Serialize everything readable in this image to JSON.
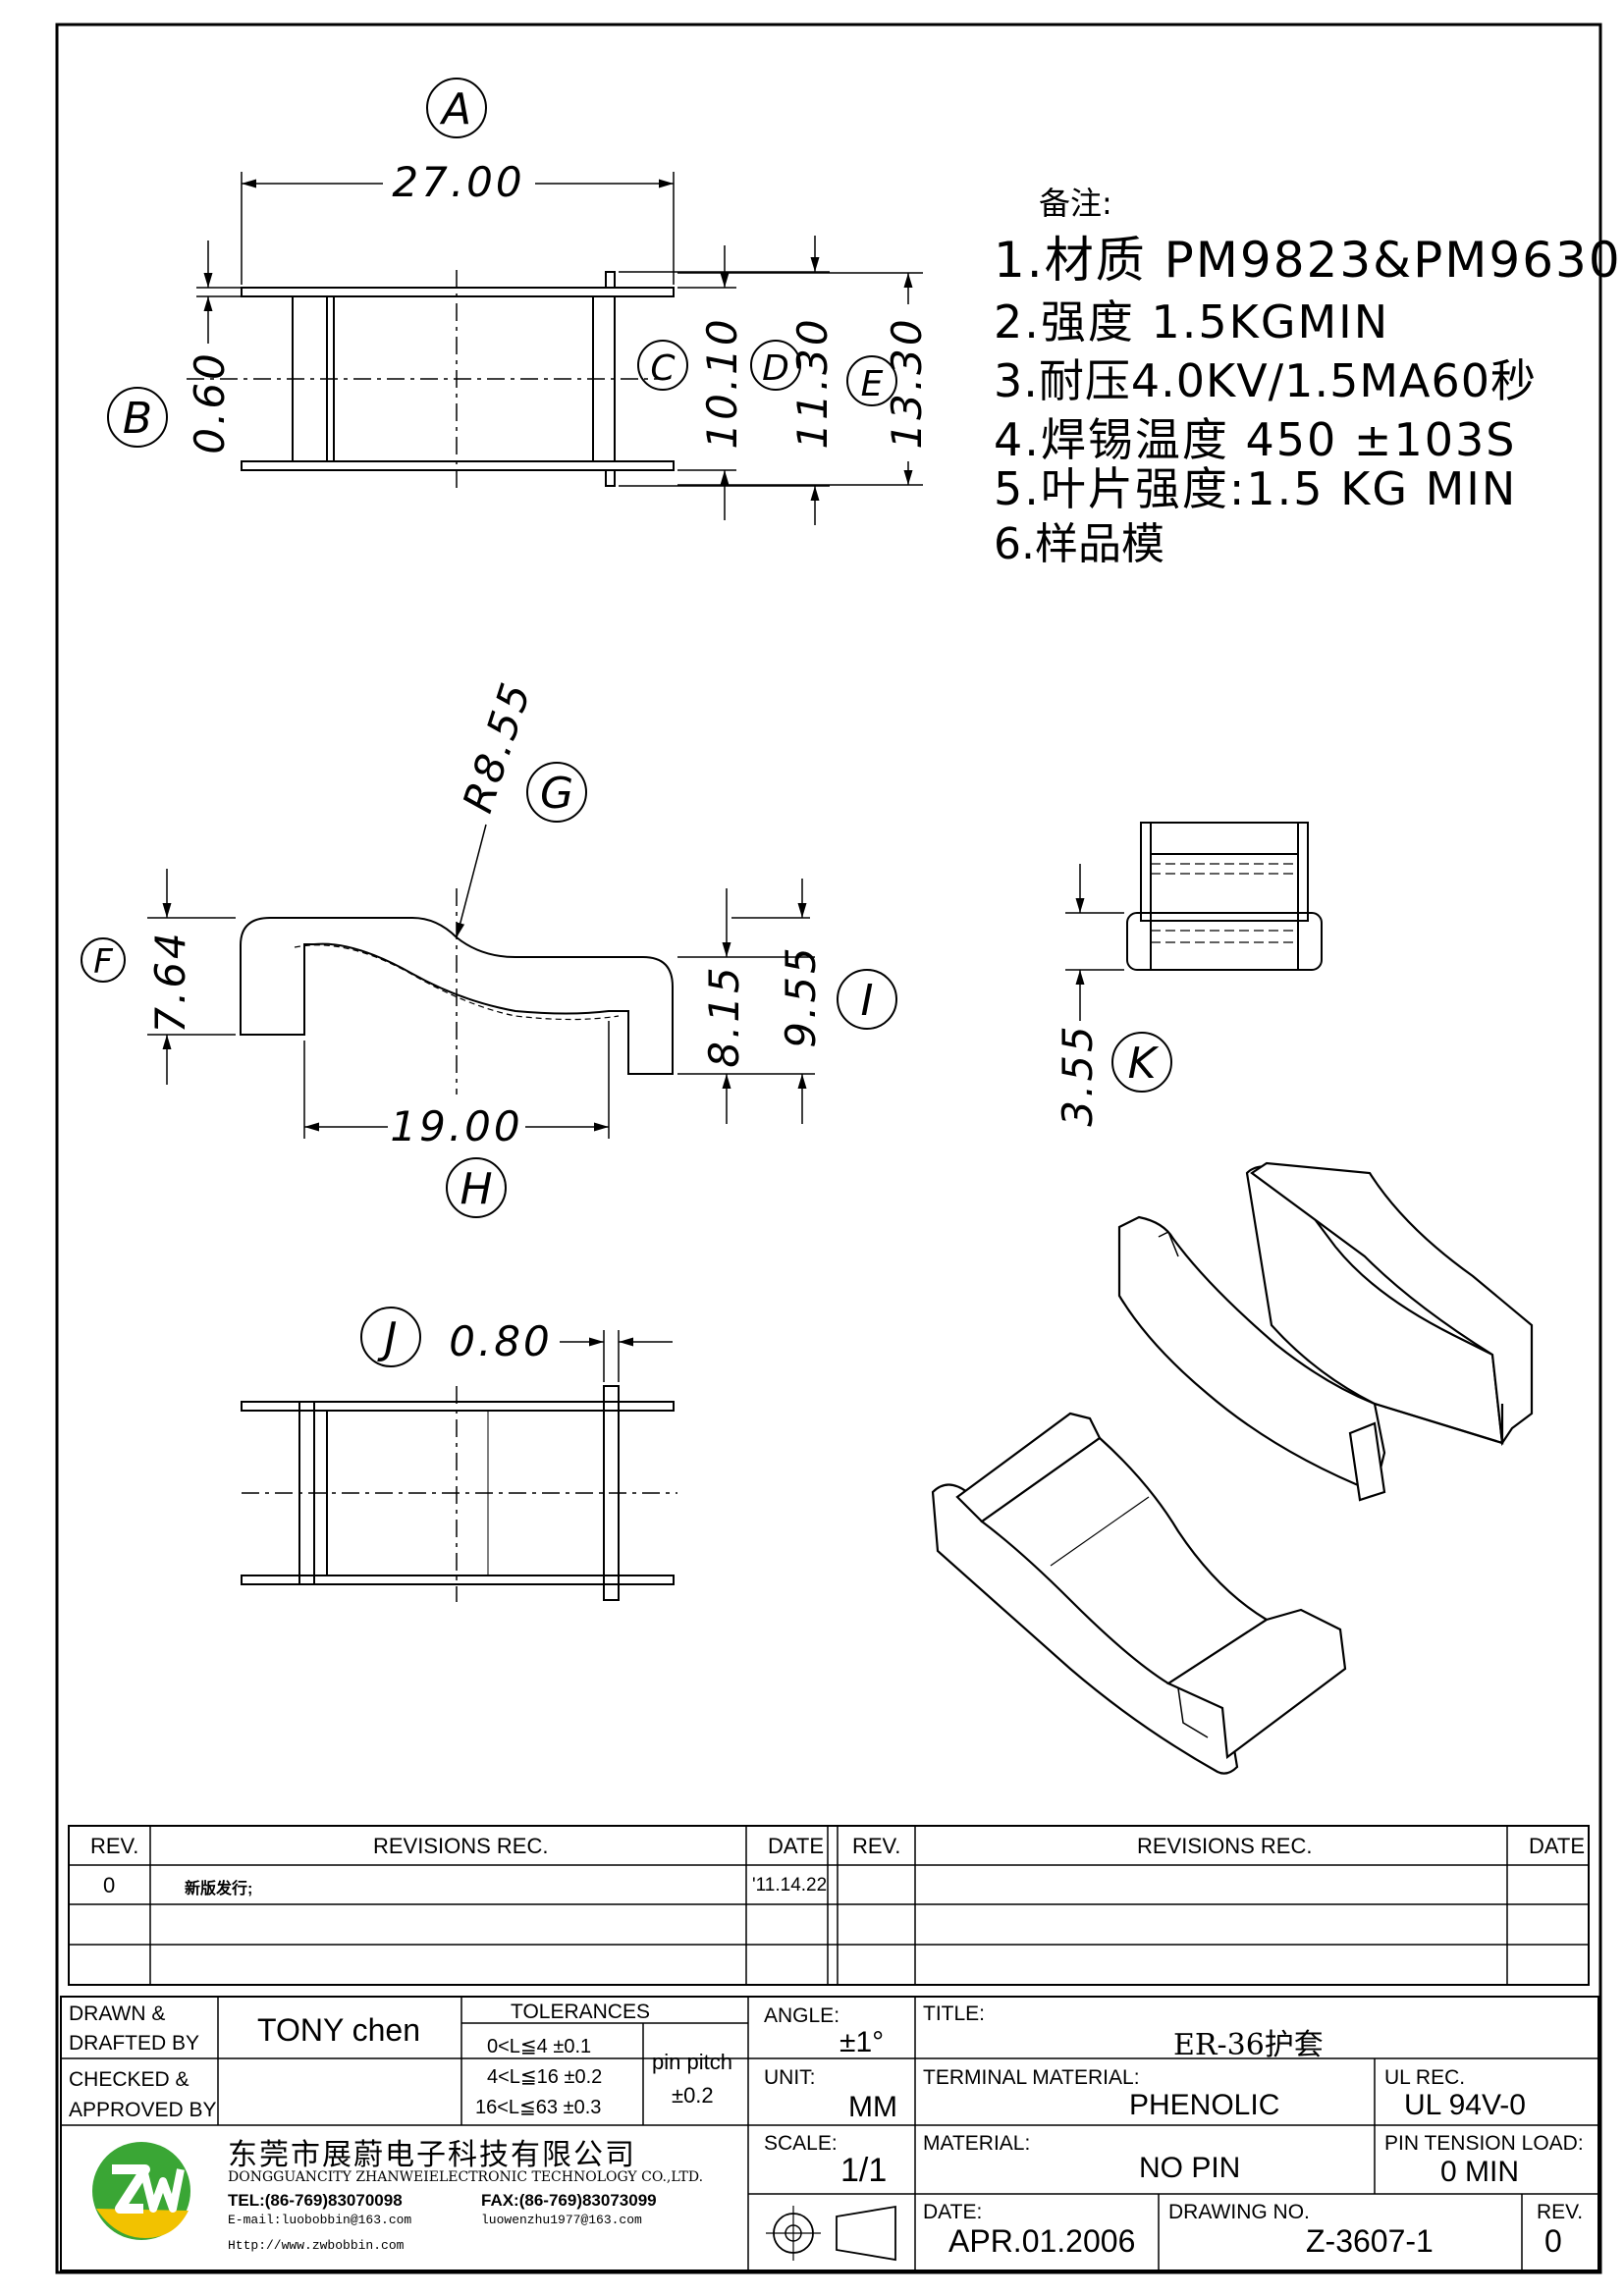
{
  "notes": {
    "heading": "备注:",
    "items": [
      "1.材质  PM9823&PM9630",
      "2.强度  1.5KGMIN",
      "3.耐压4.0KV/1.5MA60秒",
      "4.焊锡温度  450  ±103S",
      "5.叶片强度:1.5  KG  MIN",
      "6.样品模"
    ]
  },
  "dimensions": {
    "A": {
      "label": "A",
      "value": "27.00"
    },
    "B": {
      "label": "B",
      "value": "0.60"
    },
    "C": {
      "label": "C",
      "value": "10.10"
    },
    "D": {
      "label": "D",
      "value": "11.30"
    },
    "E": {
      "label": "E",
      "value": "13.30"
    },
    "F": {
      "label": "F",
      "value": "7.64"
    },
    "G": {
      "label": "G",
      "value": "R8.55"
    },
    "H": {
      "label": "H",
      "value": "19.00"
    },
    "I": {
      "label": "I",
      "value": "9.55"
    },
    "I2": {
      "value": "8.15"
    },
    "J": {
      "label": "J",
      "value": "0.80"
    },
    "K": {
      "label": "K",
      "value": "3.55"
    }
  },
  "revisions": {
    "left": {
      "headers": [
        "REV.",
        "REVISIONS    REC.",
        "DATE"
      ],
      "rows": [
        [
          "0",
          "新版发行;",
          "'11.14.22"
        ],
        [
          "",
          "",
          ""
        ],
        [
          "",
          "",
          ""
        ]
      ]
    },
    "right": {
      "headers": [
        "REV.",
        "REVISIONS    REC.",
        "DATE"
      ],
      "rows": [
        [
          "",
          "",
          ""
        ],
        [
          "",
          "",
          ""
        ],
        [
          "",
          "",
          ""
        ]
      ]
    }
  },
  "title_block": {
    "drawn_label_1": "DRAWN &",
    "drawn_label_2": "DRAFTED BY",
    "drawn_value": "TONY  chen",
    "checked_label_1": "CHECKED &",
    "checked_label_2": "APPROVED BY",
    "checked_value": "",
    "tolerances_label": "TOLERANCES",
    "tol_rows": [
      "0<L≦4    ±0.1",
      "4<L≦16  ±0.2",
      "16<L≦63  ±0.3"
    ],
    "pin_pitch_label": "pin  pitch",
    "pin_pitch_value": "±0.2",
    "angle_label": "ANGLE:",
    "angle_value": "±1°",
    "unit_label": "UNIT:",
    "unit_value": "MM",
    "scale_label": "SCALE:",
    "scale_value": "1/1",
    "title_label": "TITLE:",
    "title_value": "ER-36护套",
    "terminal_material_label": "TERMINAL  MATERIAL:",
    "terminal_material_value": "PHENOLIC",
    "ul_label": "UL  REC.",
    "ul_value": "UL  94V-0",
    "material_label": "MATERIAL:",
    "material_value": "NO  PIN",
    "pin_tension_label": "PIN  TENSION  LOAD:",
    "pin_tension_value": "0  MIN",
    "date_label": "DATE:",
    "date_value": "APR.01.2006",
    "drawing_no_label": "DRAWING  NO.",
    "drawing_no_value": "Z-3607-1",
    "rev_label": "REV.",
    "rev_value": "0"
  },
  "company": {
    "name_cn": "东莞市展蔚电子科技有限公司",
    "name_en": "DONGGUANCITY ZHANWEIELECTRONIC TECHNOLOGY CO.,LTD.",
    "tel": "TEL:(86-769)83070098",
    "fax": "FAX:(86-769)83073099",
    "email": "E-mail:luobobbin@163.com",
    "email2": "luowenzhu1977@163.com",
    "web": "Http://www.zwbobbin.com",
    "logo_text": "ZW"
  },
  "colors": {
    "logo_green": "#3aa635",
    "logo_yellow": "#f2c200",
    "ink": "#000000"
  }
}
